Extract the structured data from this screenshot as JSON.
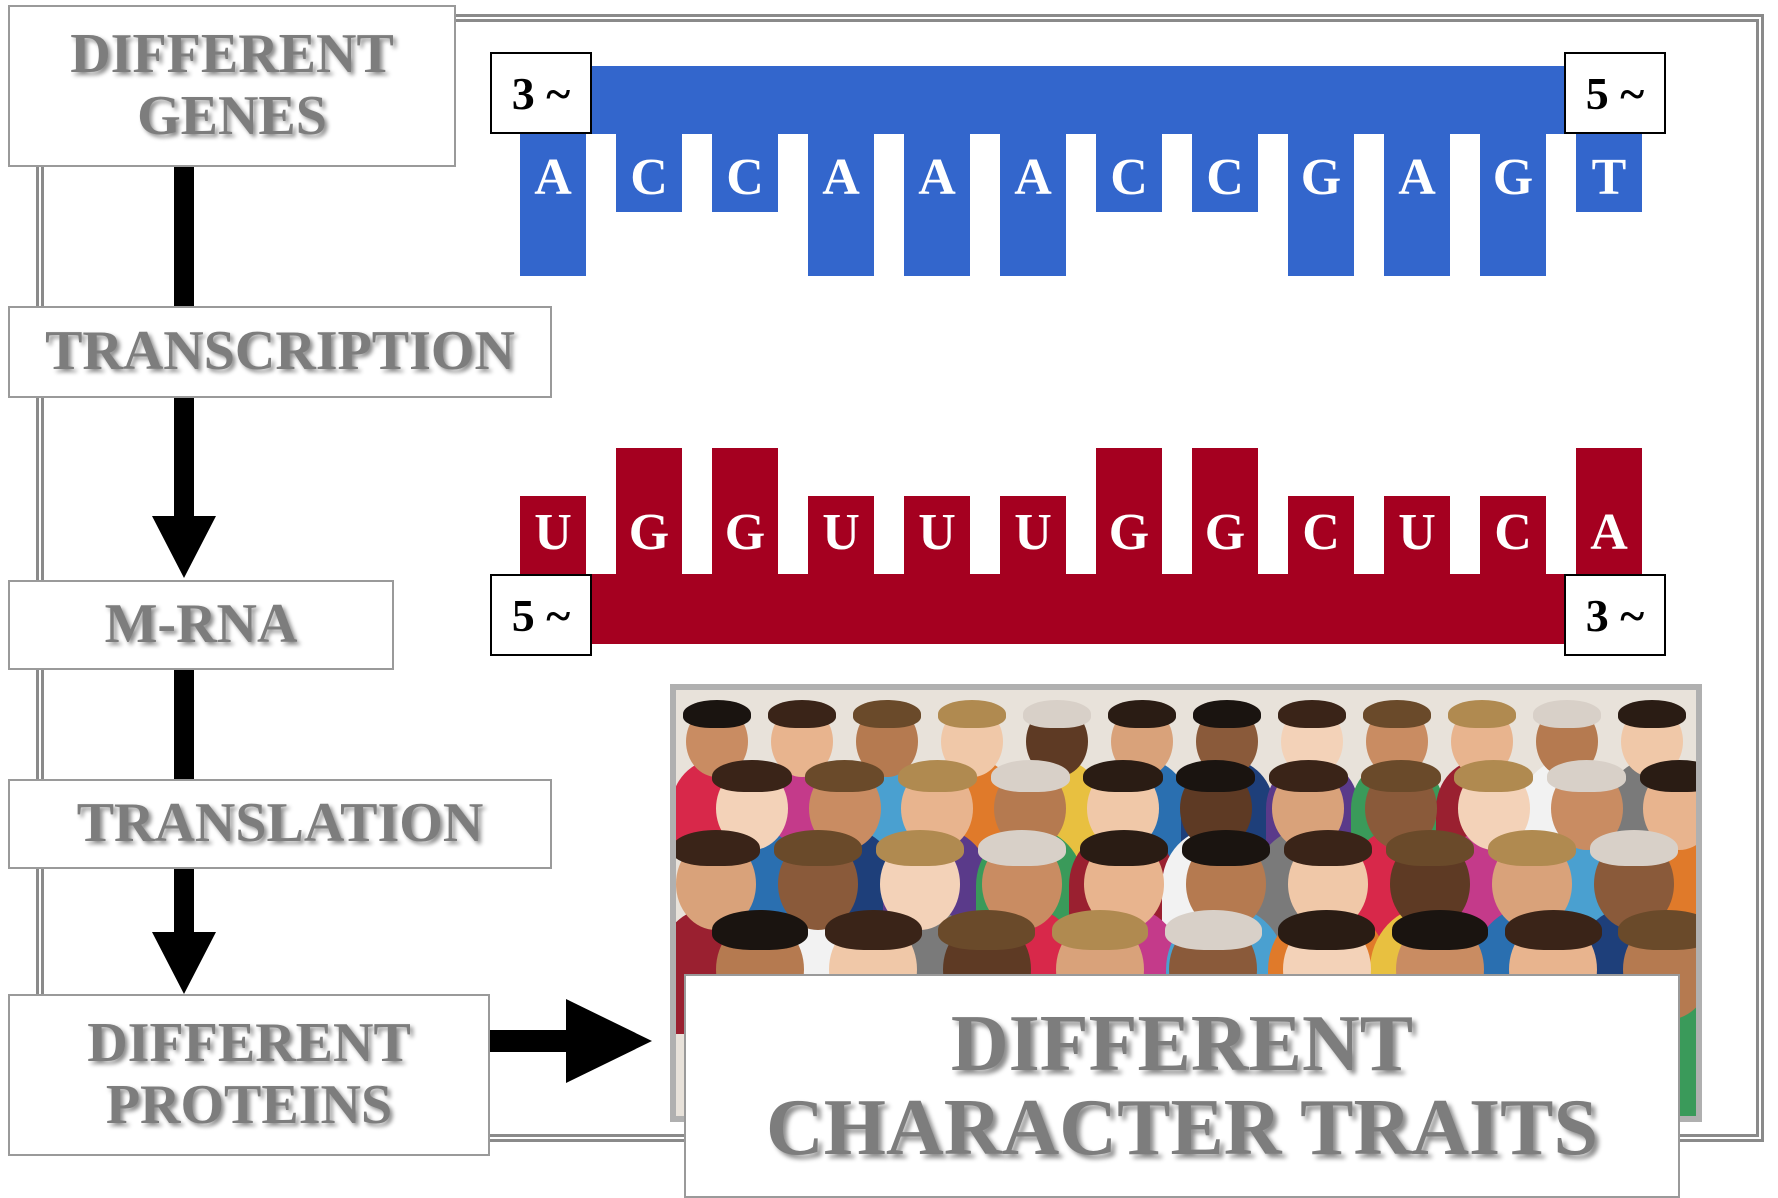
{
  "steps": {
    "genes": [
      "DIFFERENT",
      "GENES"
    ],
    "transcription": "TRANSCRIPTION",
    "mrna": "M-RNA",
    "translation": "TRANSLATION",
    "proteins": [
      "DIFFERENT",
      "PROTEINS"
    ]
  },
  "dna": {
    "color": "#3366cc",
    "left_label": "3 ~",
    "right_label": "5 ~",
    "bases": [
      "A",
      "C",
      "C",
      "A",
      "A",
      "A",
      "C",
      "C",
      "G",
      "A",
      "G",
      "T"
    ]
  },
  "mrna": {
    "color": "#a50020",
    "left_label": "5 ~",
    "right_label": "3 ~",
    "bases": [
      "U",
      "G",
      "G",
      "U",
      "U",
      "U",
      "G",
      "G",
      "C",
      "U",
      "C",
      "A"
    ]
  },
  "result": {
    "lines": [
      "DIFFERENT",
      "CHARACTER TRAITS"
    ]
  },
  "colors": {
    "step_text": "#7d7d7d",
    "frame": "#8a8a8a",
    "arrow": "#000000"
  }
}
